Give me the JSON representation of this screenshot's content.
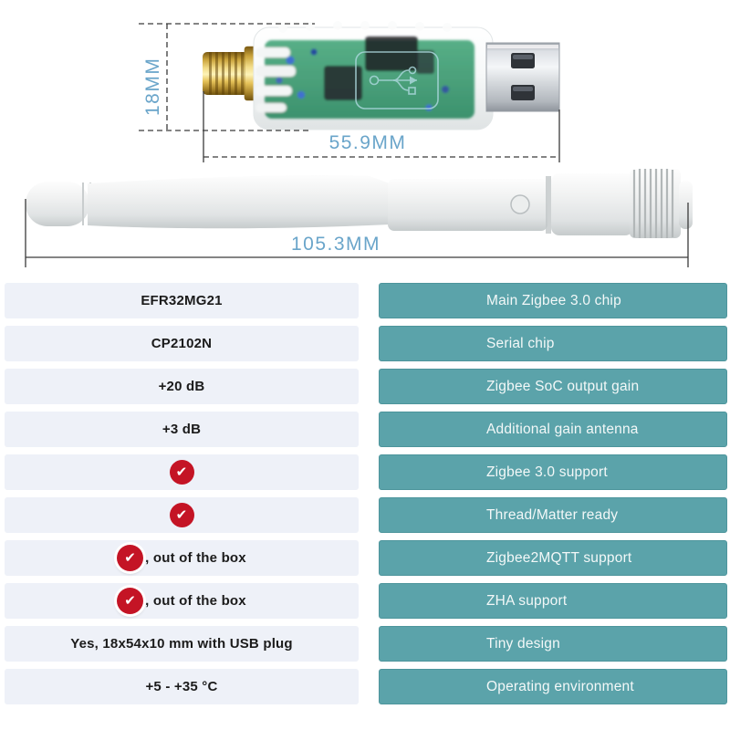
{
  "diagram": {
    "dongle": {
      "height_label": "18MM",
      "length_label": "55.9MM"
    },
    "antenna": {
      "length_label": "105.3MM"
    }
  },
  "colors": {
    "dimension_text": "#6aa5ca",
    "teal_row": "#5ba3aa",
    "left_row_bg": "#eef1f8",
    "check_red": "#c41425"
  },
  "icons": {
    "check": "✔"
  },
  "spec_table": {
    "rows": [
      {
        "value": "EFR32MG21",
        "check": false,
        "label": "Main Zigbee 3.0 chip"
      },
      {
        "value": "CP2102N",
        "check": false,
        "label": "Serial chip"
      },
      {
        "value": "+20 dB",
        "check": false,
        "label": "Zigbee SoC output gain"
      },
      {
        "value": "+3 dB",
        "check": false,
        "label": "Additional gain antenna"
      },
      {
        "value": "",
        "check": true,
        "label": "Zigbee 3.0 support"
      },
      {
        "value": "",
        "check": true,
        "label": "Thread/Matter ready"
      },
      {
        "value": ", out of the box",
        "check": true,
        "label": "Zigbee2MQTT support"
      },
      {
        "value": ", out of the box",
        "check": true,
        "label": "ZHA support"
      },
      {
        "value": "Yes, 18x54x10 mm with USB plug",
        "check": false,
        "label": "Tiny design"
      },
      {
        "value": "+5 - +35 °C",
        "check": false,
        "label": "Operating environment"
      }
    ]
  }
}
